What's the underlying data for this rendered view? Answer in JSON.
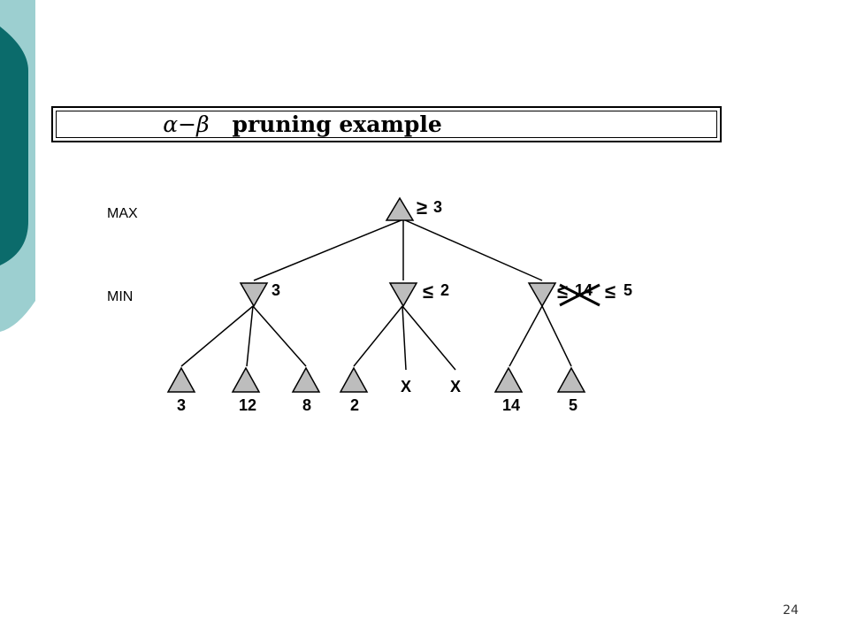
{
  "slide": {
    "title_symbol": "α−β",
    "title_text": "pruning example",
    "page_number": "24"
  },
  "colors": {
    "sidebar_dark": "#0b6b6b",
    "sidebar_light": "#9ccfd0",
    "node_fill": "#bdbdbd"
  },
  "tree": {
    "levels": [
      {
        "label": "MAX"
      },
      {
        "label": "MIN"
      }
    ],
    "root": {
      "label": "3",
      "bound": "≥"
    },
    "min_nodes": [
      {
        "label": "3",
        "bound": "",
        "crossed_bound": ""
      },
      {
        "label": "2",
        "bound": "≤",
        "crossed_bound": ""
      },
      {
        "label": "14",
        "bound": "≤",
        "crossed_bound": "≤",
        "crossed_value": "14",
        "second_label": "5",
        "second_bound": "≤"
      }
    ],
    "leaves": [
      {
        "value": "3",
        "pruned": false
      },
      {
        "value": "12",
        "pruned": false
      },
      {
        "value": "8",
        "pruned": false
      },
      {
        "value": "2",
        "pruned": false
      },
      {
        "value": "X",
        "pruned": true
      },
      {
        "value": "X",
        "pruned": true
      },
      {
        "value": "14",
        "pruned": false
      },
      {
        "value": "5",
        "pruned": false
      }
    ]
  }
}
